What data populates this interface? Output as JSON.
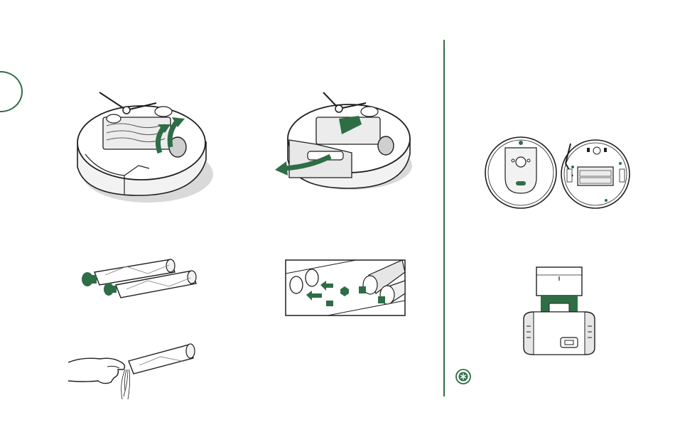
{
  "page": {
    "background": "#ffffff",
    "accent_color": "#2f6d47",
    "line_color": "#1f1f1f",
    "shadow_color": "#d9d9d9"
  },
  "figures": [
    {
      "id": "robot-brushes-lift",
      "icon": "robot-underside-brush-frame-open-illustration"
    },
    {
      "id": "robot-brushes-remove",
      "icon": "robot-underside-brush-remove-illustration"
    },
    {
      "id": "robot-top-bottom",
      "icon": "robot-top-and-bottom-views-illustration"
    },
    {
      "id": "roller-caps",
      "icon": "roller-end-caps-illustration"
    },
    {
      "id": "roller-insert-detail",
      "icon": "roller-peg-insert-detail-illustration"
    },
    {
      "id": "hair-removal",
      "icon": "hand-pulling-hair-from-roller-illustration"
    },
    {
      "id": "dock-base",
      "icon": "clean-base-dock-illustration"
    }
  ],
  "note": {
    "icon": "tip-asterisk-icon"
  }
}
